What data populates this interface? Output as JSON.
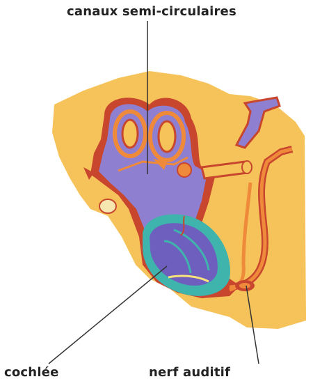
{
  "labels": {
    "canals": "canaux semi-circulaires",
    "cochlea": "cochlée",
    "nerve": "nerf auditif"
  },
  "colors": {
    "background_tissue": "#f6c35a",
    "membrane_purple": "#8f7fd0",
    "membrane_purple_dark": "#6e5fbf",
    "outline_red": "#c8452e",
    "outline_orange": "#ef8a3b",
    "cochlea_teal": "#3fb4ad",
    "leader_line": "#333333"
  }
}
